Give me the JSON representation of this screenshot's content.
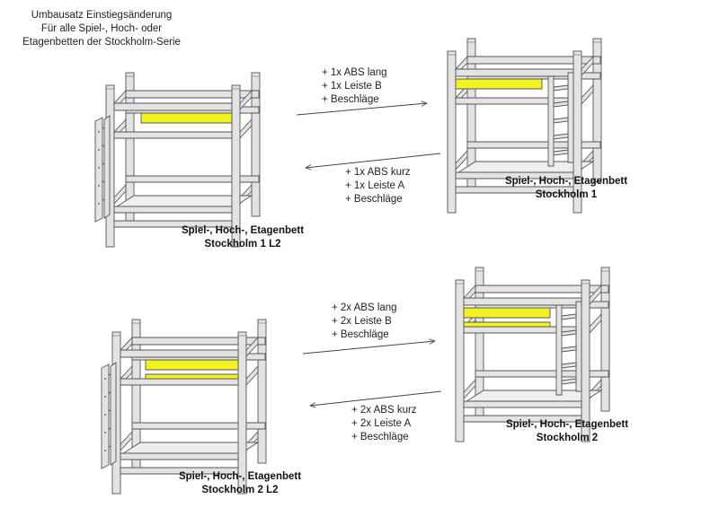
{
  "header": {
    "line1": "Umbausatz Einstiegsänderung",
    "line2": "Für alle Spiel-, Hoch- oder",
    "line3": "Etagenbetten der Stockholm-Serie"
  },
  "conversions": [
    {
      "forward": [
        "+ 1x ABS lang",
        "+ 1x Leiste B",
        "+ Beschläge"
      ],
      "backward": [
        "+ 1x ABS kurz",
        "+ 1x Leiste A",
        "+ Beschläge"
      ]
    },
    {
      "forward": [
        "+ 2x ABS lang",
        "+ 2x Leiste B",
        "+ Beschläge"
      ],
      "backward": [
        "+ 2x ABS kurz",
        "+ 2x Leiste A",
        "+ Beschläge"
      ]
    }
  ],
  "beds": {
    "b1": {
      "line1": "Spiel-, Hoch-, Etagenbett",
      "line2": "Stockholm 1 L2"
    },
    "b2": {
      "line1": "Spiel-, Hoch-, Etagenbett",
      "line2": "Stockholm 1"
    },
    "b3": {
      "line1": "Spiel-, Hoch-, Etagenbett",
      "line2": "Stockholm 2 L2"
    },
    "b4": {
      "line1": "Spiel-, Hoch-, Etagenbett",
      "line2": "Stockholm 2"
    }
  },
  "colors": {
    "highlight": "#f2f21e",
    "wood": "#e3e3e3",
    "outline": "#555555",
    "arrow": "#444444"
  }
}
